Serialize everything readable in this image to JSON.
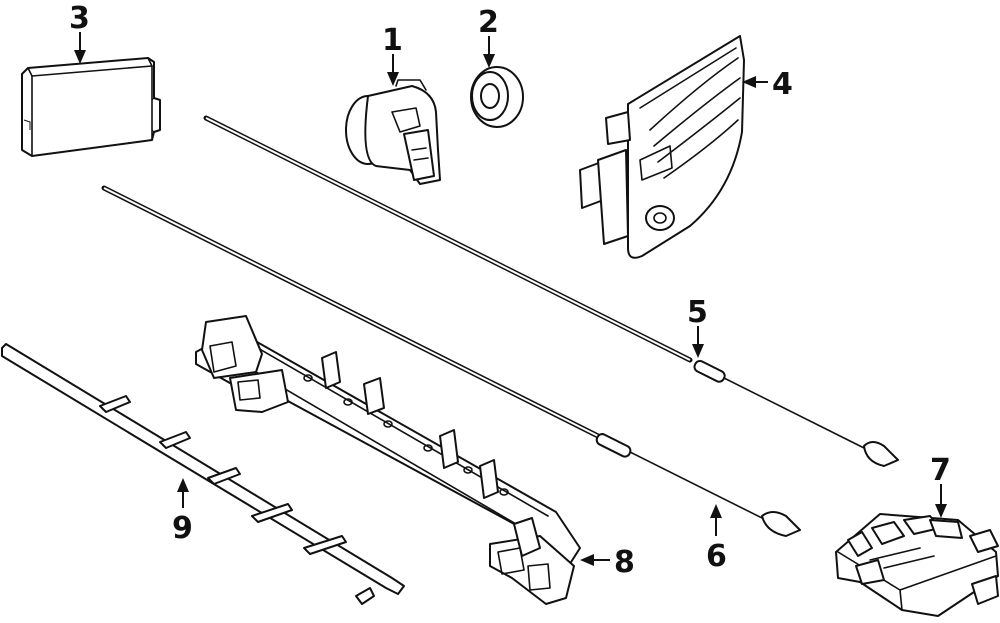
{
  "diagram": {
    "background": "#ffffff",
    "line_color": "#111111",
    "callouts": [
      {
        "id": "1",
        "label": "1"
      },
      {
        "id": "2",
        "label": "2"
      },
      {
        "id": "3",
        "label": "3"
      },
      {
        "id": "4",
        "label": "4"
      },
      {
        "id": "5",
        "label": "5"
      },
      {
        "id": "6",
        "label": "6"
      },
      {
        "id": "7",
        "label": "7"
      },
      {
        "id": "8",
        "label": "8"
      },
      {
        "id": "9",
        "label": "9"
      }
    ]
  }
}
